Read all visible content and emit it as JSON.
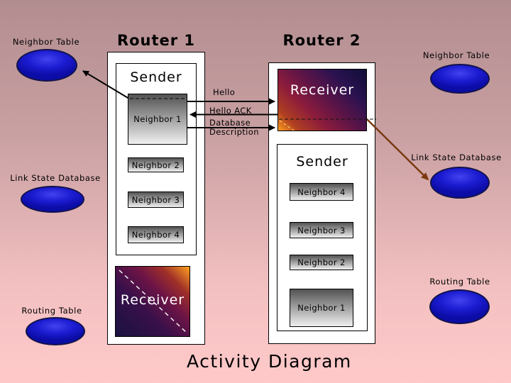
{
  "slide_title": "Activity Diagram",
  "router1": {
    "title": "Router 1",
    "sender_title": "Sender",
    "receiver_title": "Receiver",
    "neighbors": [
      "Neighbor 1",
      "Neighbor 2",
      "Neighbor 3",
      "Neighbor 4"
    ]
  },
  "router2": {
    "title": "Router 2",
    "receiver_title": "Receiver",
    "sender_title": "Sender",
    "neighbors": [
      "Neighbor 4",
      "Neighbor 3",
      "Neighbor 2",
      "Neighbor 1"
    ]
  },
  "messages": {
    "hello": "Hello",
    "hello_ack": "Hello ACK",
    "database_line1": "Database",
    "database_line2": "Description"
  },
  "datastores": {
    "left": {
      "neighbor_table": "Neighbor Table",
      "link_state_database": "Link State Database",
      "routing_table": "Routing Table"
    },
    "right": {
      "neighbor_table": "Neighbor Table",
      "link_state_database": "Link State Database",
      "routing_table": "Routing Table"
    }
  },
  "colors": {
    "background_top": "#b28d90",
    "background_bottom": "#ffc9c9",
    "datastore_blue": "#1c1cd2",
    "arrow_black": "#000000",
    "arrow_brown": "#7a3a10",
    "receiver_orange": "#ffa020",
    "receiver_navy": "#0e0e36",
    "neighbor_gradient_top": "#525252",
    "neighbor_gradient_bottom": "#f0f0f0"
  }
}
